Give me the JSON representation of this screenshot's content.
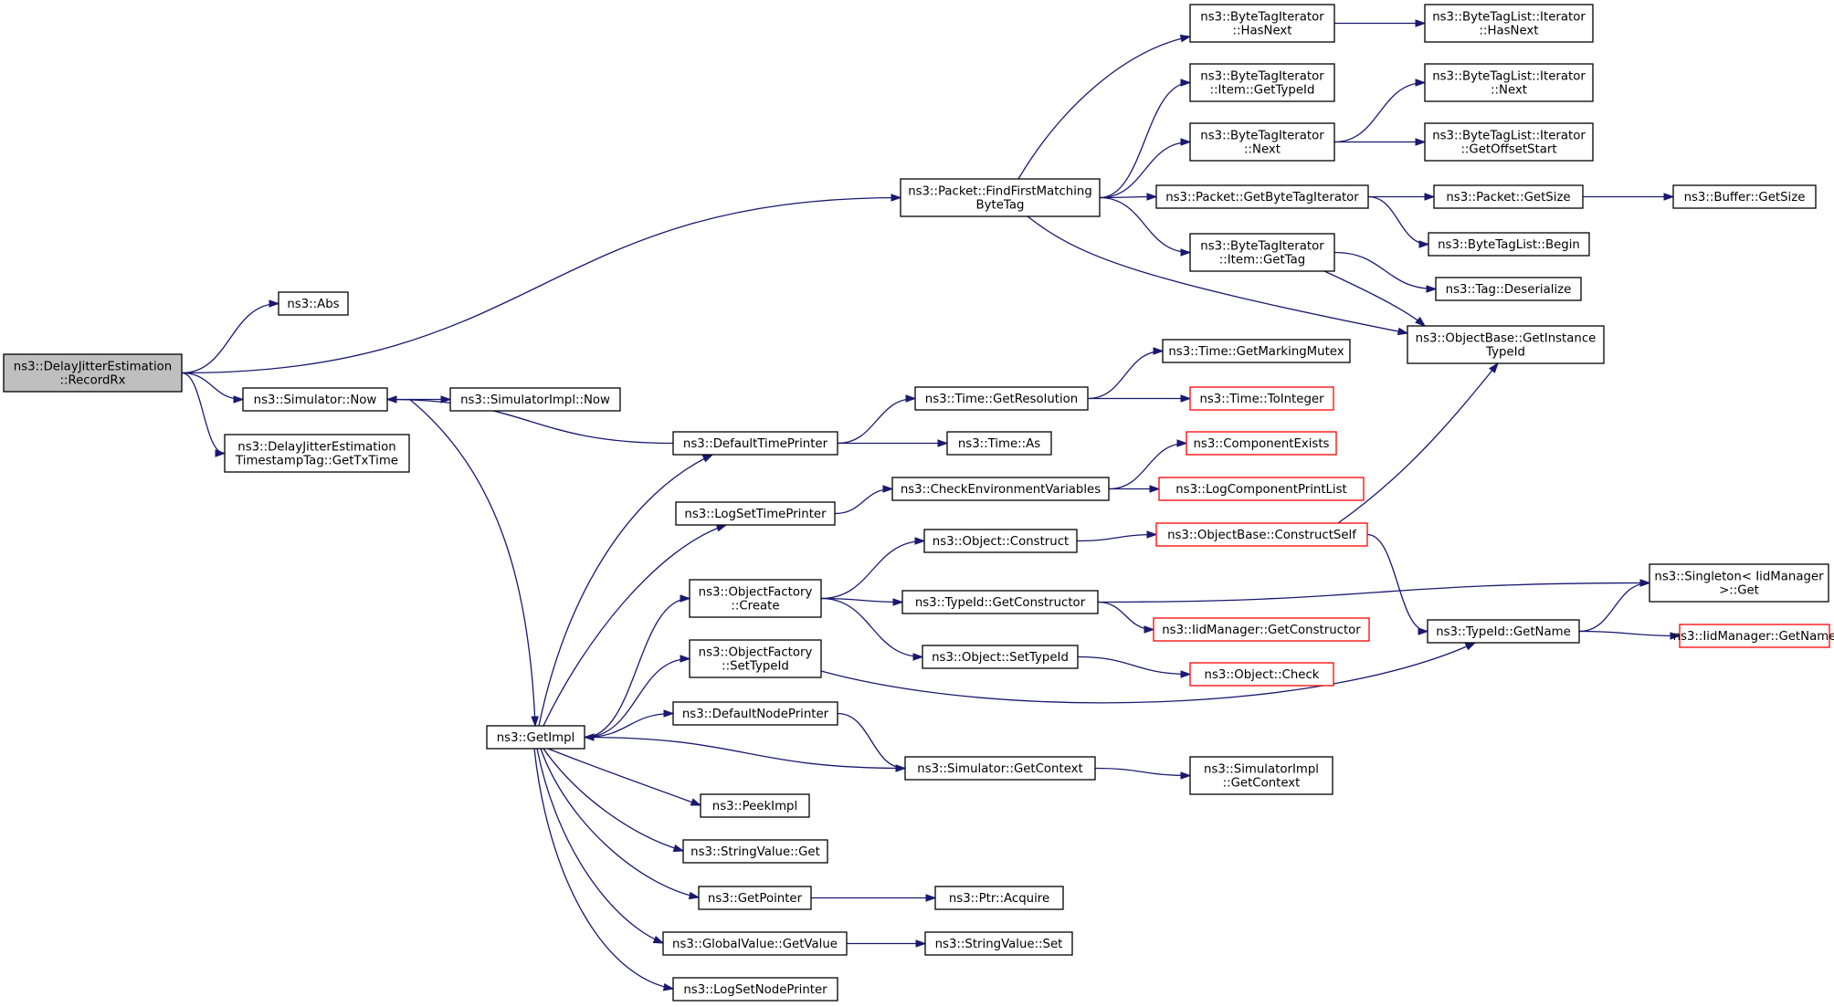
{
  "diagram": {
    "colors": {
      "edge": "#191970",
      "root_fill": "#bfbfbf",
      "node_border": "#000000",
      "truncated_border": "#ff0000"
    },
    "nodes": [
      {
        "id": "root",
        "lines": [
          "ns3::DelayJitterEstimation",
          "::RecordRx"
        ],
        "style": "root"
      },
      {
        "id": "abs",
        "lines": [
          "ns3::Abs"
        ]
      },
      {
        "id": "findbytetag",
        "lines": [
          "ns3::Packet::FindFirstMatching",
          "ByteTag"
        ]
      },
      {
        "id": "now",
        "lines": [
          "ns3::Simulator::Now"
        ]
      },
      {
        "id": "gettxtime",
        "lines": [
          "ns3::DelayJitterEstimation",
          "TimestampTag::GetTxTime"
        ]
      },
      {
        "id": "bti_hasnext",
        "lines": [
          "ns3::ByteTagIterator",
          "::HasNext"
        ]
      },
      {
        "id": "bti_gettypeid",
        "lines": [
          "ns3::ByteTagIterator",
          "::Item::GetTypeId"
        ]
      },
      {
        "id": "bti_next",
        "lines": [
          "ns3::ByteTagIterator",
          "::Next"
        ]
      },
      {
        "id": "getbytetagiter",
        "lines": [
          "ns3::Packet::GetByteTagIterator"
        ]
      },
      {
        "id": "bti_gettag",
        "lines": [
          "ns3::ByteTagIterator",
          "::Item::GetTag"
        ]
      },
      {
        "id": "btli_hasnext",
        "lines": [
          "ns3::ByteTagList::Iterator",
          "::HasNext"
        ]
      },
      {
        "id": "btli_next",
        "lines": [
          "ns3::ByteTagList::Iterator",
          "::Next"
        ]
      },
      {
        "id": "btli_getoffset",
        "lines": [
          "ns3::ByteTagList::Iterator",
          "::GetOffsetStart"
        ]
      },
      {
        "id": "packet_getsize",
        "lines": [
          "ns3::Packet::GetSize"
        ]
      },
      {
        "id": "buffer_getsize",
        "lines": [
          "ns3::Buffer::GetSize"
        ]
      },
      {
        "id": "btl_begin",
        "lines": [
          "ns3::ByteTagList::Begin"
        ]
      },
      {
        "id": "tag_deserialize",
        "lines": [
          "ns3::Tag::Deserialize"
        ]
      },
      {
        "id": "ob_getinstance",
        "lines": [
          "ns3::ObjectBase::GetInstance",
          "TypeId"
        ]
      },
      {
        "id": "simimpl_now",
        "lines": [
          "ns3::SimulatorImpl::Now"
        ]
      },
      {
        "id": "time_markingmutex",
        "lines": [
          "ns3::Time::GetMarkingMutex"
        ]
      },
      {
        "id": "time_getres",
        "lines": [
          "ns3::Time::GetResolution"
        ]
      },
      {
        "id": "time_tointeger",
        "lines": [
          "ns3::Time::ToInteger"
        ],
        "style": "red"
      },
      {
        "id": "defaulttimeprinter",
        "lines": [
          "ns3::DefaultTimePrinter"
        ]
      },
      {
        "id": "time_as",
        "lines": [
          "ns3::Time::As"
        ]
      },
      {
        "id": "componentexists",
        "lines": [
          "ns3::ComponentExists"
        ],
        "style": "red"
      },
      {
        "id": "checkenv",
        "lines": [
          "ns3::CheckEnvironmentVariables"
        ]
      },
      {
        "id": "logcompprint",
        "lines": [
          "ns3::LogComponentPrintList"
        ],
        "style": "red"
      },
      {
        "id": "logsettimeprinter",
        "lines": [
          "ns3::LogSetTimePrinter"
        ]
      },
      {
        "id": "obj_construct",
        "lines": [
          "ns3::Object::Construct"
        ]
      },
      {
        "id": "ob_constructself",
        "lines": [
          "ns3::ObjectBase::ConstructSelf"
        ],
        "style": "red"
      },
      {
        "id": "of_create",
        "lines": [
          "ns3::ObjectFactory",
          "::Create"
        ]
      },
      {
        "id": "typeid_getctor",
        "lines": [
          "ns3::TypeId::GetConstructor"
        ]
      },
      {
        "id": "singleton_get",
        "lines": [
          "ns3::Singleton< IidManager",
          ">::Get"
        ]
      },
      {
        "id": "iid_getctor",
        "lines": [
          "ns3::IidManager::GetConstructor"
        ],
        "style": "red"
      },
      {
        "id": "typeid_getname",
        "lines": [
          "ns3::TypeId::GetName"
        ]
      },
      {
        "id": "iid_getname",
        "lines": [
          "ns3::IidManager::GetName"
        ],
        "style": "red"
      },
      {
        "id": "obj_settypeid",
        "lines": [
          "ns3::Object::SetTypeId"
        ]
      },
      {
        "id": "of_settypeid",
        "lines": [
          "ns3::ObjectFactory",
          "::SetTypeId"
        ]
      },
      {
        "id": "obj_check",
        "lines": [
          "ns3::Object::Check"
        ],
        "style": "red"
      },
      {
        "id": "getimpl",
        "lines": [
          "ns3::GetImpl"
        ]
      },
      {
        "id": "defaultnodeprinter",
        "lines": [
          "ns3::DefaultNodePrinter"
        ]
      },
      {
        "id": "sim_getcontext",
        "lines": [
          "ns3::Simulator::GetContext"
        ]
      },
      {
        "id": "simimpl_getcontext",
        "lines": [
          "ns3::SimulatorImpl",
          "::GetContext"
        ]
      },
      {
        "id": "peekimpl",
        "lines": [
          "ns3::PeekImpl"
        ]
      },
      {
        "id": "stringvalue_get",
        "lines": [
          "ns3::StringValue::Get"
        ]
      },
      {
        "id": "getpointer",
        "lines": [
          "ns3::GetPointer"
        ]
      },
      {
        "id": "ptr_acquire",
        "lines": [
          "ns3::Ptr::Acquire"
        ]
      },
      {
        "id": "gv_getvalue",
        "lines": [
          "ns3::GlobalValue::GetValue"
        ]
      },
      {
        "id": "stringvalue_set",
        "lines": [
          "ns3::StringValue::Set"
        ]
      },
      {
        "id": "logsetnodeprinter",
        "lines": [
          "ns3::LogSetNodePrinter"
        ]
      }
    ],
    "edges": [
      [
        "root",
        "abs"
      ],
      [
        "root",
        "findbytetag"
      ],
      [
        "root",
        "now"
      ],
      [
        "root",
        "gettxtime"
      ],
      [
        "findbytetag",
        "bti_hasnext"
      ],
      [
        "findbytetag",
        "bti_gettypeid"
      ],
      [
        "findbytetag",
        "bti_next"
      ],
      [
        "findbytetag",
        "getbytetagiter"
      ],
      [
        "findbytetag",
        "bti_gettag"
      ],
      [
        "findbytetag",
        "ob_getinstance"
      ],
      [
        "bti_hasnext",
        "btli_hasnext"
      ],
      [
        "bti_next",
        "btli_next"
      ],
      [
        "bti_next",
        "btli_getoffset"
      ],
      [
        "getbytetagiter",
        "packet_getsize"
      ],
      [
        "getbytetagiter",
        "btl_begin"
      ],
      [
        "packet_getsize",
        "buffer_getsize"
      ],
      [
        "bti_gettag",
        "tag_deserialize"
      ],
      [
        "bti_gettag",
        "ob_getinstance"
      ],
      [
        "now",
        "simimpl_now"
      ],
      [
        "now",
        "getimpl"
      ],
      [
        "defaulttimeprinter",
        "now"
      ],
      [
        "defaulttimeprinter",
        "time_getres"
      ],
      [
        "defaulttimeprinter",
        "time_as"
      ],
      [
        "time_getres",
        "time_markingmutex"
      ],
      [
        "time_getres",
        "time_tointeger"
      ],
      [
        "logsettimeprinter",
        "checkenv"
      ],
      [
        "checkenv",
        "componentexists"
      ],
      [
        "checkenv",
        "logcompprint"
      ],
      [
        "of_create",
        "obj_construct"
      ],
      [
        "of_create",
        "typeid_getctor"
      ],
      [
        "of_create",
        "obj_settypeid"
      ],
      [
        "obj_construct",
        "ob_constructself"
      ],
      [
        "ob_constructself",
        "ob_getinstance"
      ],
      [
        "ob_constructself",
        "typeid_getname"
      ],
      [
        "typeid_getctor",
        "singleton_get"
      ],
      [
        "typeid_getctor",
        "iid_getctor"
      ],
      [
        "typeid_getname",
        "singleton_get"
      ],
      [
        "typeid_getname",
        "iid_getname"
      ],
      [
        "obj_settypeid",
        "obj_check"
      ],
      [
        "of_settypeid",
        "typeid_getname"
      ],
      [
        "getimpl",
        "defaulttimeprinter"
      ],
      [
        "getimpl",
        "logsettimeprinter"
      ],
      [
        "getimpl",
        "of_create"
      ],
      [
        "getimpl",
        "of_settypeid"
      ],
      [
        "getimpl",
        "defaultnodeprinter"
      ],
      [
        "getimpl",
        "peekimpl"
      ],
      [
        "getimpl",
        "stringvalue_get"
      ],
      [
        "getimpl",
        "getpointer"
      ],
      [
        "getimpl",
        "gv_getvalue"
      ],
      [
        "getimpl",
        "logsetnodeprinter"
      ],
      [
        "defaultnodeprinter",
        "sim_getcontext"
      ],
      [
        "sim_getcontext",
        "getimpl"
      ],
      [
        "sim_getcontext",
        "simimpl_getcontext"
      ],
      [
        "getpointer",
        "ptr_acquire"
      ],
      [
        "gv_getvalue",
        "stringvalue_set"
      ]
    ]
  }
}
